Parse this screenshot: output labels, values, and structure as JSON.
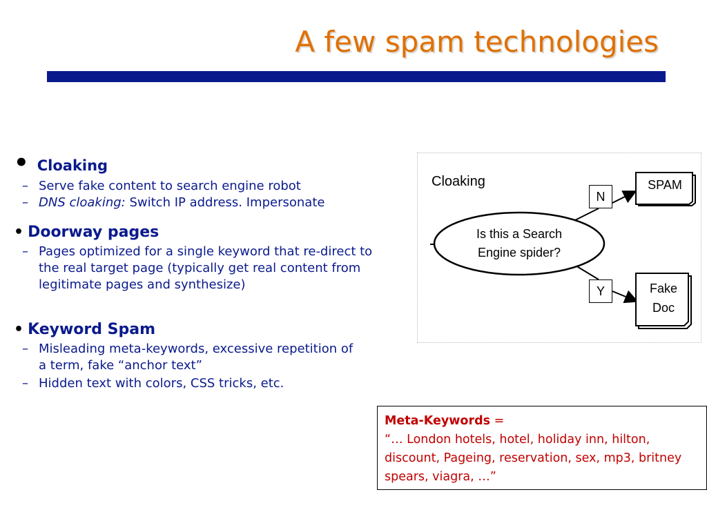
{
  "slide": {
    "title": "A few spam technologies",
    "accent_color": "#e07000",
    "bar_color": "#0a1a8c"
  },
  "bullets": [
    {
      "heading": "Cloaking",
      "subs": [
        {
          "text": "Serve fake content to search engine robot"
        },
        {
          "em": "DNS cloaking:",
          "text": " Switch IP address. Impersonate"
        }
      ]
    },
    {
      "heading": "Doorway pages",
      "subs": [
        {
          "text": "Pages optimized for a single keyword that re-direct to the real target page (typically get real content from legitimate pages and synthesize)"
        }
      ]
    },
    {
      "heading": "Keyword Spam",
      "subs": [
        {
          "text": "Misleading meta-keywords, excessive repetition of a term, fake “anchor text”"
        },
        {
          "text": "Hidden text with colors, CSS tricks, etc."
        }
      ]
    }
  ],
  "diagram": {
    "label": "Cloaking",
    "decision_line1": "Is this a Search",
    "decision_line2": "Engine spider?",
    "no_label": "N",
    "yes_label": "Y",
    "spam_label": "SPAM",
    "fake_line1": "Fake",
    "fake_line2": "Doc"
  },
  "meta_keywords": {
    "label": "Meta-Keywords",
    "equals": " =",
    "value": "“… London hotels, hotel, holiday inn, hilton, discount, Pageing, reservation, sex, mp3, britney spears, viagra, …”",
    "color": "#c00000"
  }
}
